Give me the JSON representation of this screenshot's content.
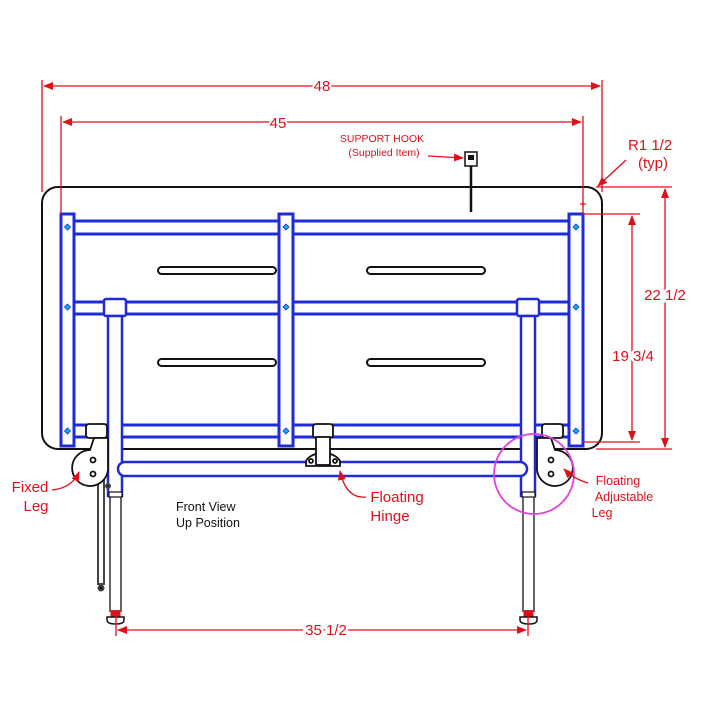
{
  "dimensions": {
    "overall_width": "48",
    "frame_width": "45",
    "corner_radius": "R1 1/2",
    "corner_radius_note": "(typ)",
    "overall_height": "22 1/2",
    "frame_height": "19 3/4",
    "leg_spacing": "35 1/2"
  },
  "callouts": {
    "support_hook": "SUPPORT HOOK",
    "support_hook_note": "(Supplied Item)",
    "fixed_leg_line1": "Fixed",
    "fixed_leg_line2": "Leg",
    "floating_hinge_line1": "Floating",
    "floating_hinge_line2": "Hinge",
    "floating_adjustable_line1": "Floating",
    "floating_adjustable_line2": "Adjustable",
    "floating_adjustable_line3": "Leg"
  },
  "view_label": {
    "line1": "Front View",
    "line2": "Up Position"
  },
  "colors": {
    "dimension": "#e0101a",
    "frame": "#1f2bd6",
    "highlight": "#e040e0",
    "outline": "#111111"
  }
}
